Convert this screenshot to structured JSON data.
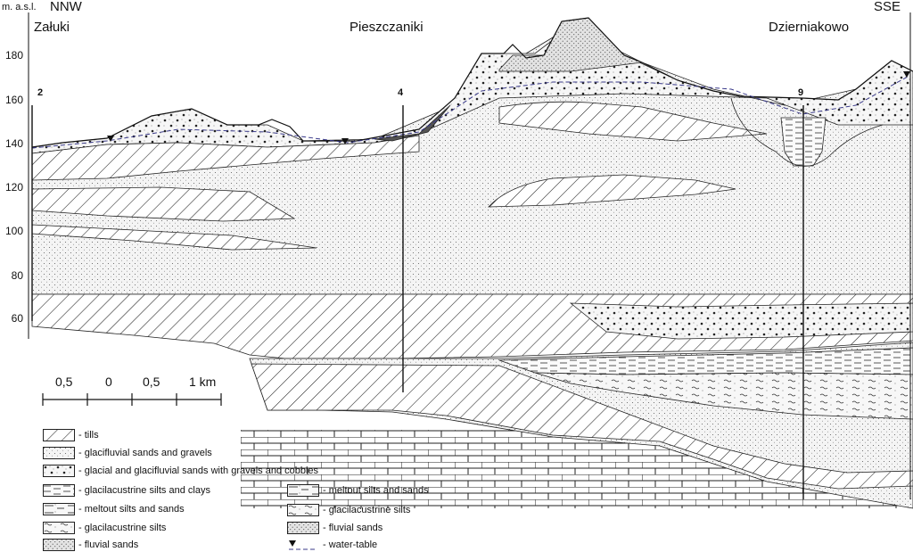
{
  "header": {
    "y_axis_label": "m. a.s.l.",
    "direction_left": "NNW",
    "direction_right": "SSE"
  },
  "places": [
    "Załuki",
    "Pieszczaniki",
    "Dzierniakowo"
  ],
  "boreholes": [
    "2",
    "4",
    "9"
  ],
  "y_ticks": [
    "180",
    "160",
    "140",
    "120",
    "100",
    "80",
    "60"
  ],
  "scale_bar": {
    "labels": [
      "0,5",
      "0",
      "0,5",
      "1 km"
    ]
  },
  "legend": [
    {
      "key": "tills",
      "label": "- tills"
    },
    {
      "key": "glacifluvial-sands",
      "label": "- glacifluvial sands and gravels"
    },
    {
      "key": "glacial-cobbles",
      "label": "- glacial and glacifluvial sands with gravels and cobbles"
    },
    {
      "key": "glacilacustrine-silts-clays",
      "label": "- glacilacustrine silts and clays"
    },
    {
      "key": "meltout-silts",
      "label": "- meltout silts and sands"
    },
    {
      "key": "glacilacustrine-silts",
      "label": "- glacilacustrine silts"
    },
    {
      "key": "fluvial-sands",
      "label": "- fluvial sands"
    },
    {
      "key": "meltout-silts-2",
      "label": "- meltout silts and sands"
    },
    {
      "key": "glacilacustrine-silts-2",
      "label": "- glacilacustrine silts"
    },
    {
      "key": "fluvial-sands-2",
      "label": "- fluvial sands"
    },
    {
      "key": "water-table",
      "label": "- water-table"
    }
  ]
}
